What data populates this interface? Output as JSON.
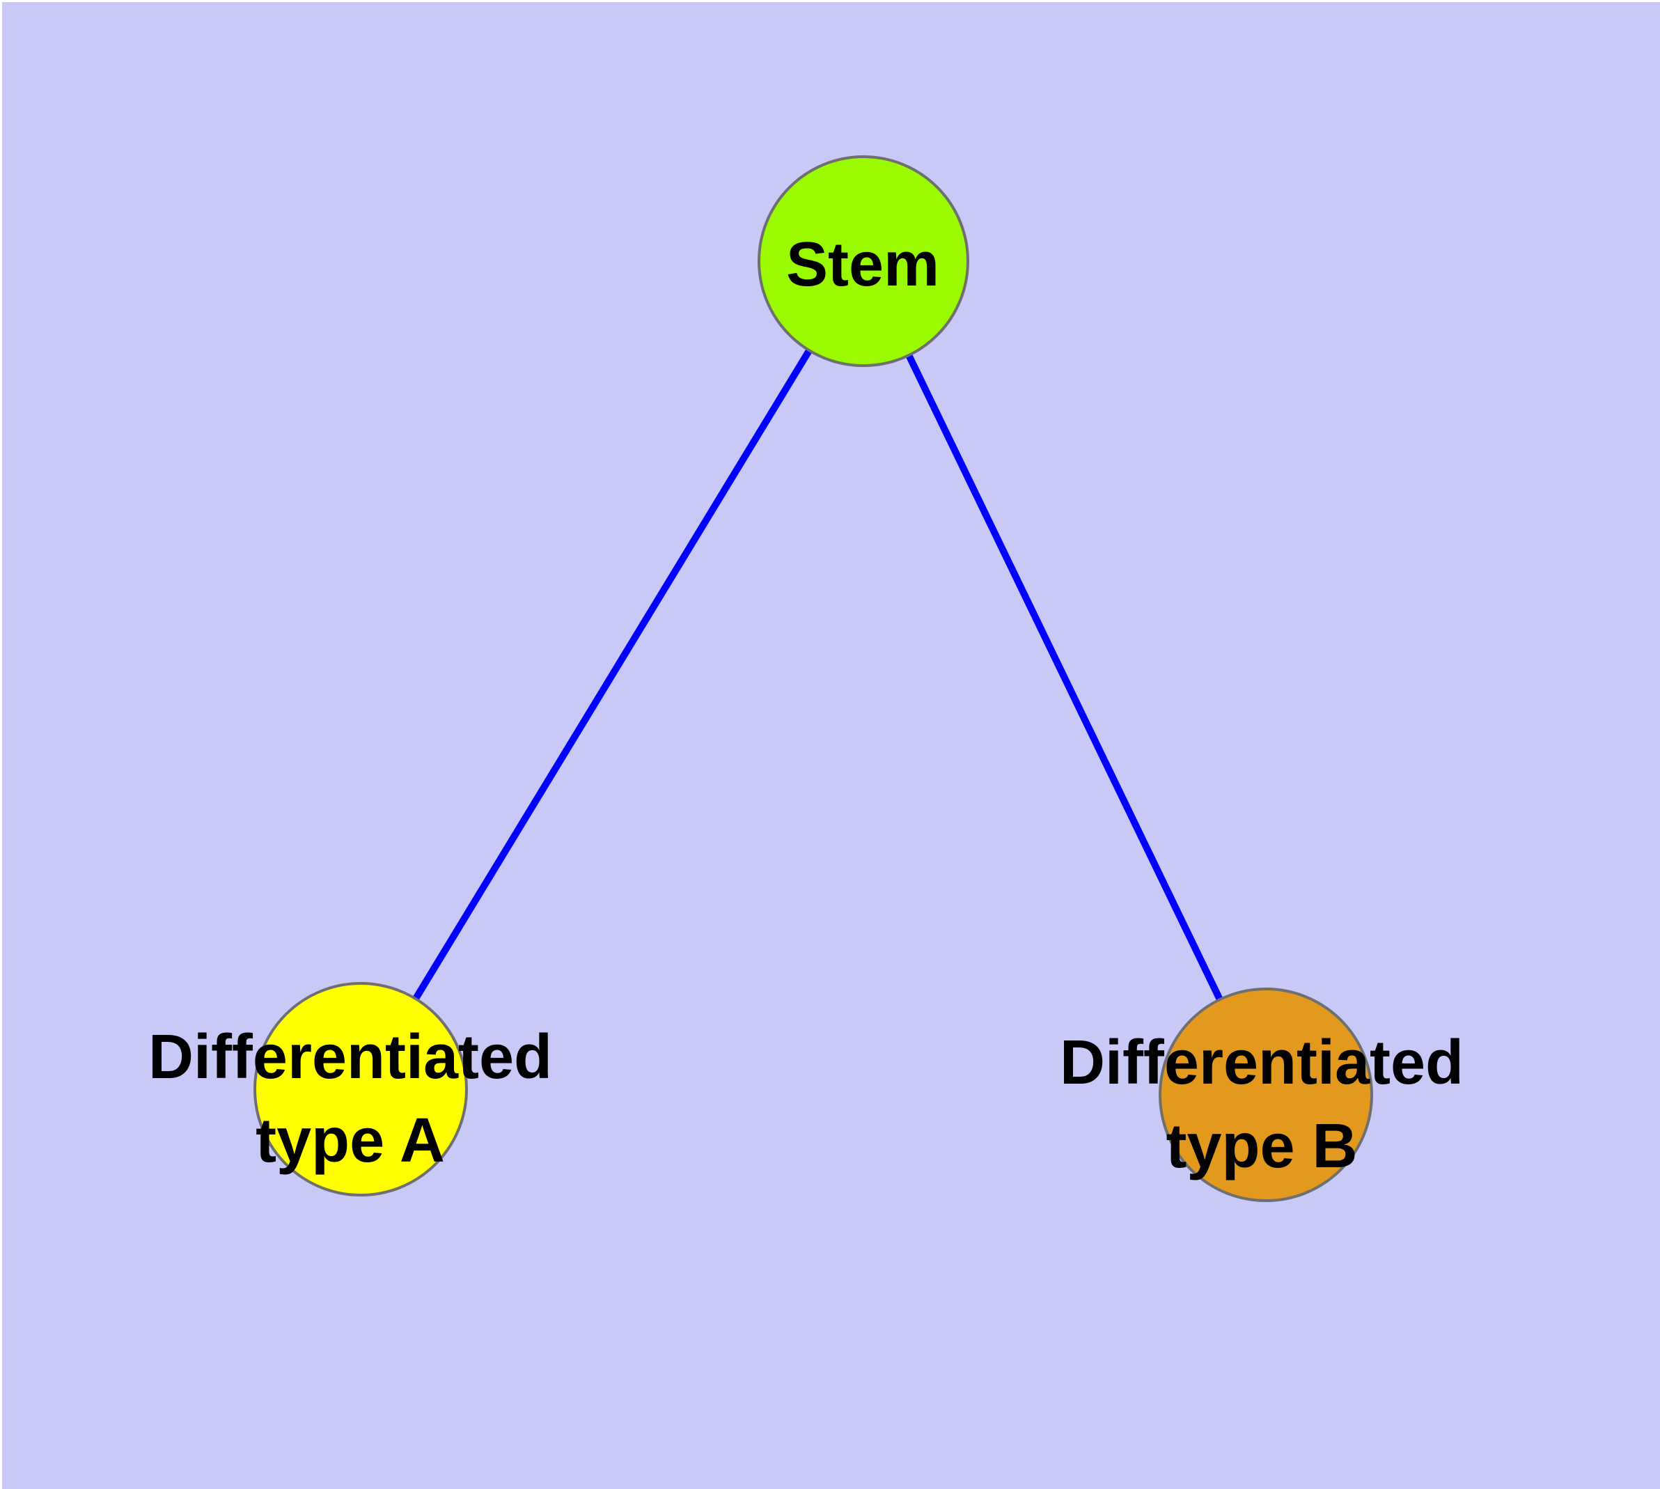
{
  "figure": {
    "background_color": "#C9C9F7",
    "device_margin_color": "#FFFFFF",
    "edge_color": "#0000FF",
    "node_border_color": "#6F6F6F",
    "label_color": "#000000"
  },
  "nodes": [
    {
      "id": "stem",
      "label_lines": [
        "Stem"
      ],
      "fill": "#9AFB00"
    },
    {
      "id": "differentiated-type-a",
      "label_lines": [
        "Differentiated",
        "type A"
      ],
      "fill": "#FFFF00"
    },
    {
      "id": "differentiated-type-b",
      "label_lines": [
        "Differentiated",
        "type B"
      ],
      "fill": "#E2991E"
    }
  ],
  "edges": [
    {
      "from": "stem",
      "to": "differentiated-type-a"
    },
    {
      "from": "stem",
      "to": "differentiated-type-b"
    }
  ]
}
